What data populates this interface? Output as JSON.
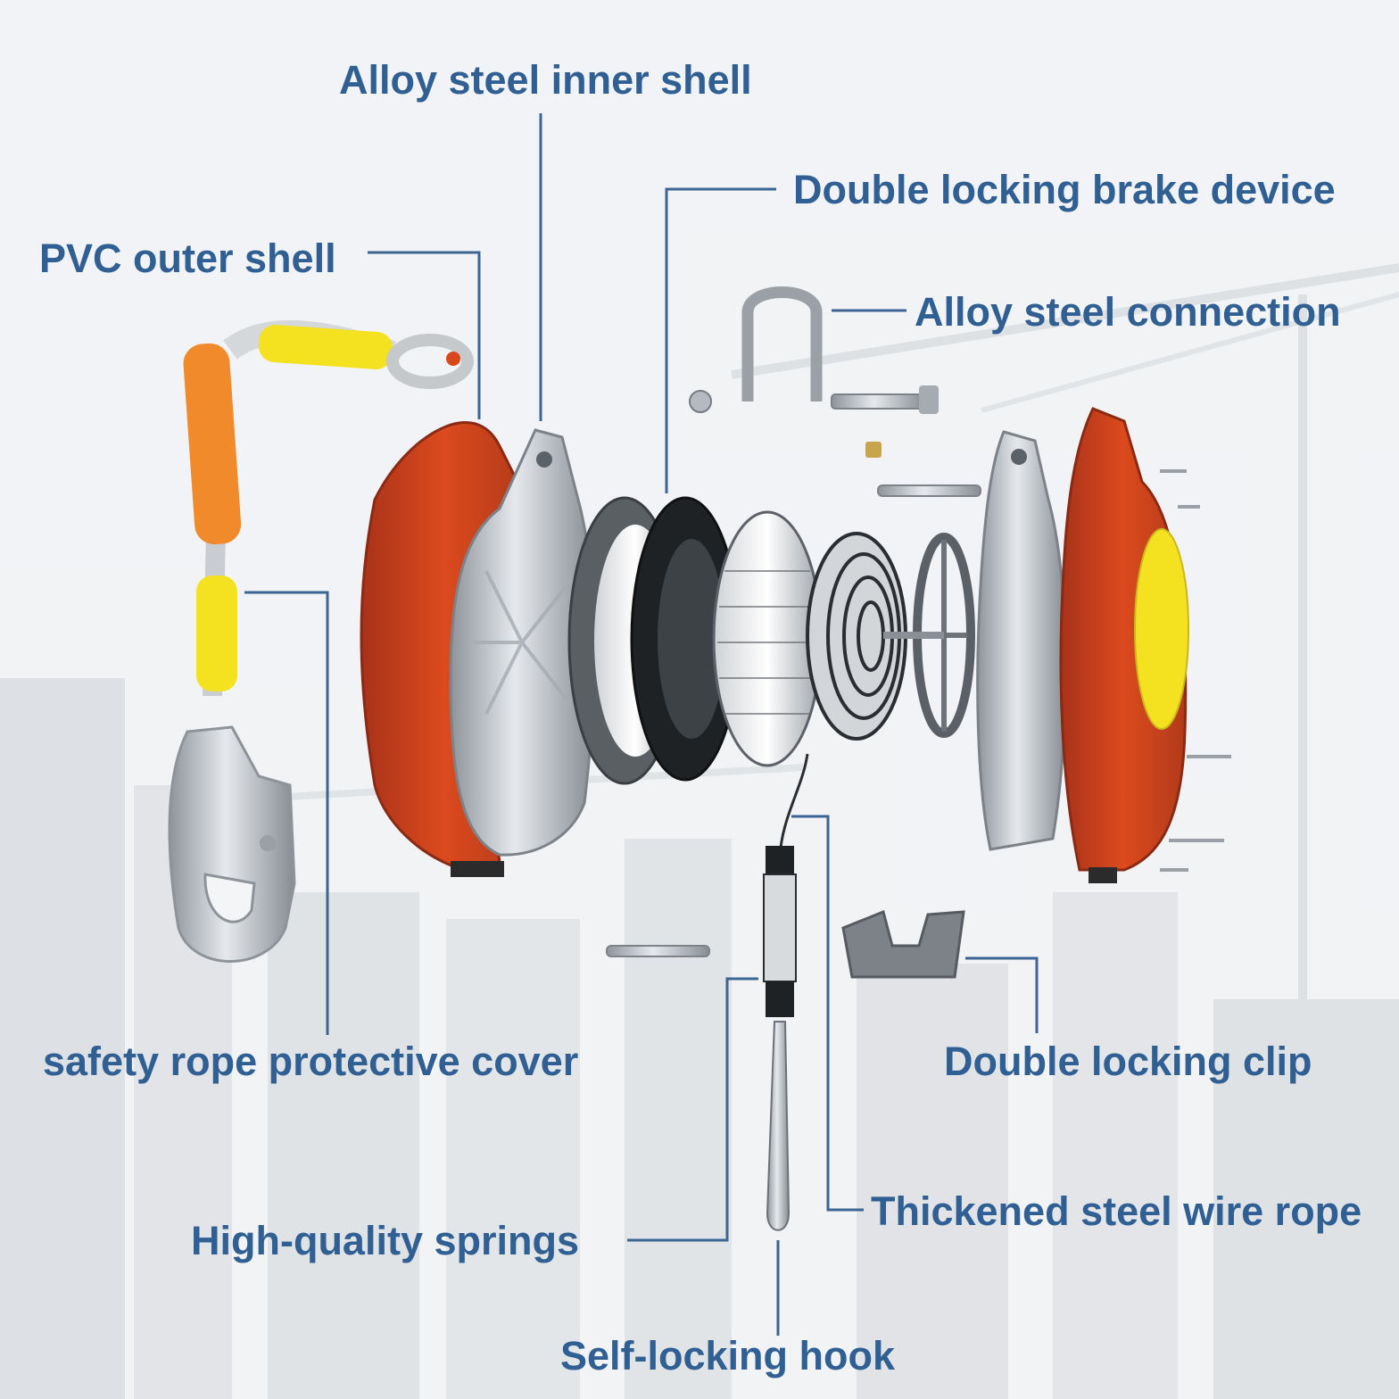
{
  "colors": {
    "label": "#2f5f93",
    "leader": "#3c6594",
    "shell_red": "#d9471b",
    "steel": "#b9bec4",
    "rope_yellow": "#f4e11f",
    "rope_orange": "#f08a2a",
    "background": "#f3f5f7"
  },
  "labels": {
    "alloy_inner_shell": "Alloy steel inner shell",
    "double_locking_brake": "Double locking brake device",
    "pvc_outer_shell": "PVC outer shell",
    "alloy_connection": "Alloy steel connection",
    "rope_cover": "safety rope protective cover",
    "double_locking_clip": "Double locking clip",
    "steel_wire_rope": "Thickened steel wire rope",
    "springs": "High-quality springs",
    "self_locking_hook": "Self-locking hook"
  },
  "parts": [
    "pvc-outer-shell",
    "alloy-inner-shell",
    "brake-disc",
    "ratchet-gear",
    "rope-drum",
    "spiral-spring",
    "spoke-wheel",
    "rear-inner-shell",
    "rear-outer-shell",
    "shackle",
    "bolt",
    "nut",
    "pin",
    "lanyard",
    "snap-hook",
    "double-locking-clip",
    "wire-rope",
    "spring-sleeve",
    "swivel-hook"
  ]
}
